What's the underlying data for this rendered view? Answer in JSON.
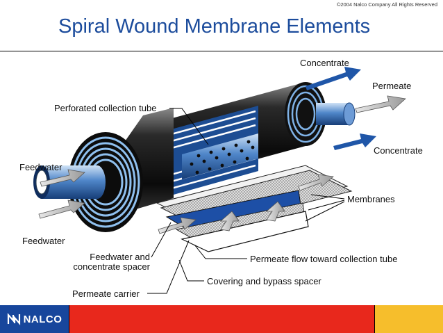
{
  "header": {
    "copyright": "©2004 Nalco Company   All Rights Reserved",
    "title": "Spiral Wound Membrane Elements"
  },
  "labels": {
    "concentrate_top": "Concentrate",
    "permeate": "Permeate",
    "concentrate_right": "Concentrate",
    "perforated_tube": "Perforated collection tube",
    "feedwater_top": "Feedwater",
    "membranes": "Membranes",
    "feedwater_bottom": "Feedwater",
    "spacer_line1": "Feedwater and",
    "spacer_line2": "concentrate spacer",
    "permeate_flow": "Permeate flow toward collection tube",
    "covering": "Covering and bypass spacer",
    "permeate_carrier": "Permeate carrier"
  },
  "footer": {
    "logo_text": "NALCO"
  },
  "colors": {
    "title_blue": "#1c4c9c",
    "arrow_blue": "#1f56a8",
    "footer_blue": "#17469c",
    "footer_red": "#e8281c",
    "footer_yellow": "#f6be2c"
  }
}
